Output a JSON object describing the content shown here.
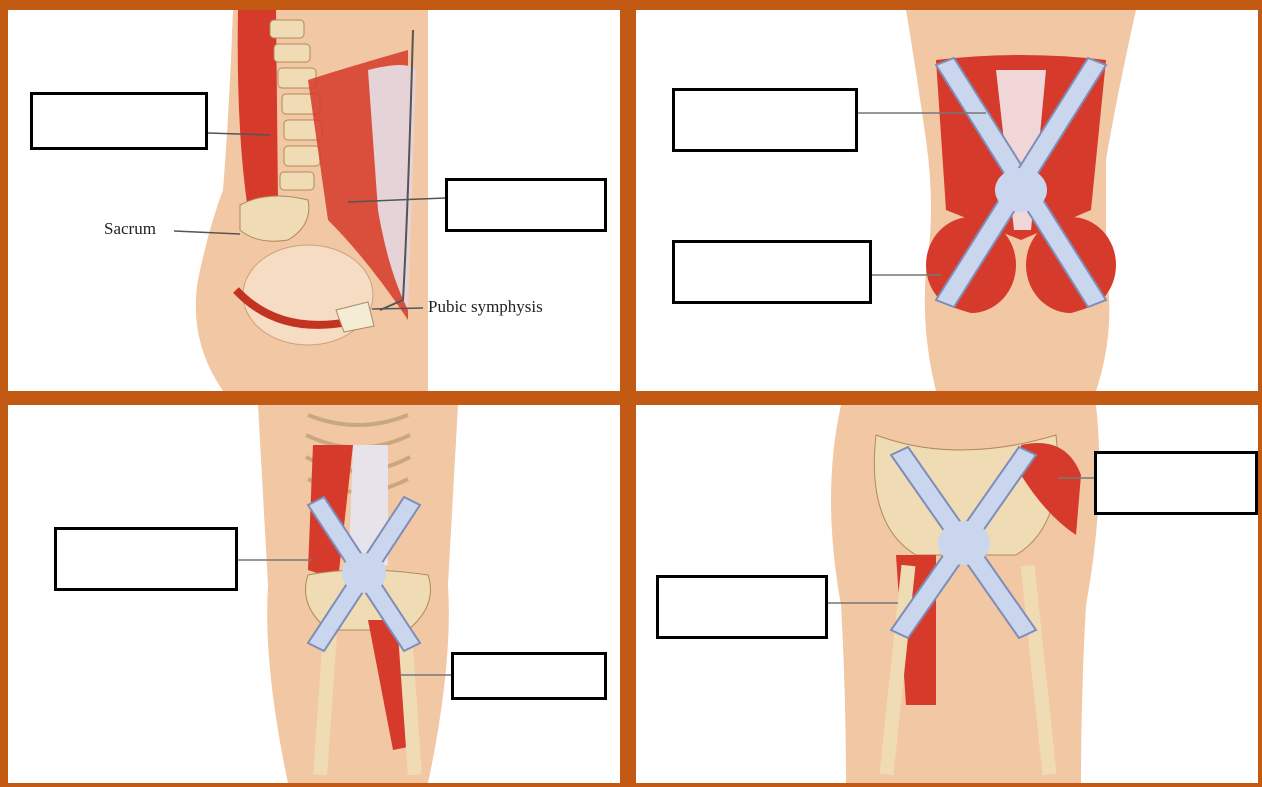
{
  "panel_top_left": {
    "labels": {
      "sacrum": "Sacrum",
      "pubic_symphysis": "Pubic symphysis"
    },
    "blank_boxes": 2
  },
  "panel_top_right": {
    "blank_boxes": 2
  },
  "panel_bottom_left": {
    "blank_boxes": 2
  },
  "panel_bottom_right": {
    "blank_boxes": 2
  },
  "colors": {
    "frame": "#c25a14",
    "skin": "#f2c7a3",
    "muscle": "#d63a2a",
    "bone": "#efdcb4",
    "fascia_arrow": "#c9d6ee"
  }
}
